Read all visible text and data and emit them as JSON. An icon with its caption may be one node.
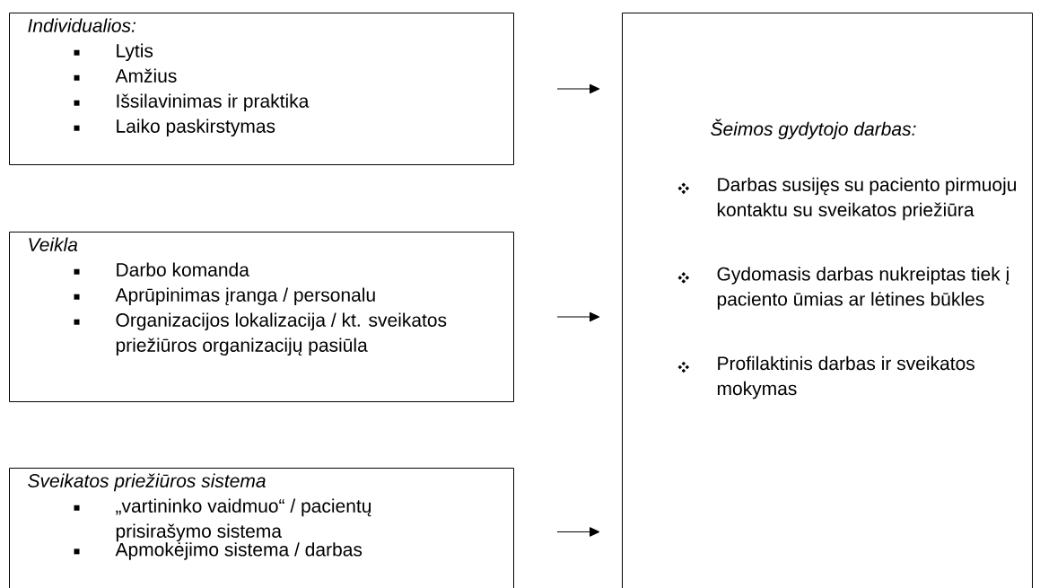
{
  "diagram": {
    "nodes": [
      {
        "text": [
          "*Individualios*:",
          "Lytis",
          "Amžius",
          "Išsilavinimas ir praktika",
          "Laiko paskirstymas"
        ]
      },
      {
        "text": [
          "Veikla",
          "Darbo komanda",
          "Aprūpinimas įranga / personalu",
          "Organizacijos lokalizacija / kt. sveikatos priežiūros organizacijų pasiūla"
        ]
      },
      {
        "text": [
          "Sveikatos priežiūros sistema",
          "„vartininko vaidmuo“ / pacientų prisirašymo sistema",
          "Apmokėjimo sistema / darbas"
        ]
      },
      {
        "text": [
          "*Šeimos gydytojo darbas*:",
          "Darbas susijęs su paciento pirmuoju kontaktu su sveikatos priežiūra",
          "Gydomasis darbas nukreiptas tiek į paciento ūmias ar lėtines būkles",
          "Profilaktinis darbas ir sveikatos mokymas"
        ]
      }
    ],
    "edges": [
      {
        "from": 0,
        "to": 3,
        "arrow": "to"
      },
      {
        "from": 1,
        "to": 3,
        "arrow": "to"
      },
      {
        "from": 2,
        "to": 3,
        "arrow": "to"
      }
    ]
  }
}
